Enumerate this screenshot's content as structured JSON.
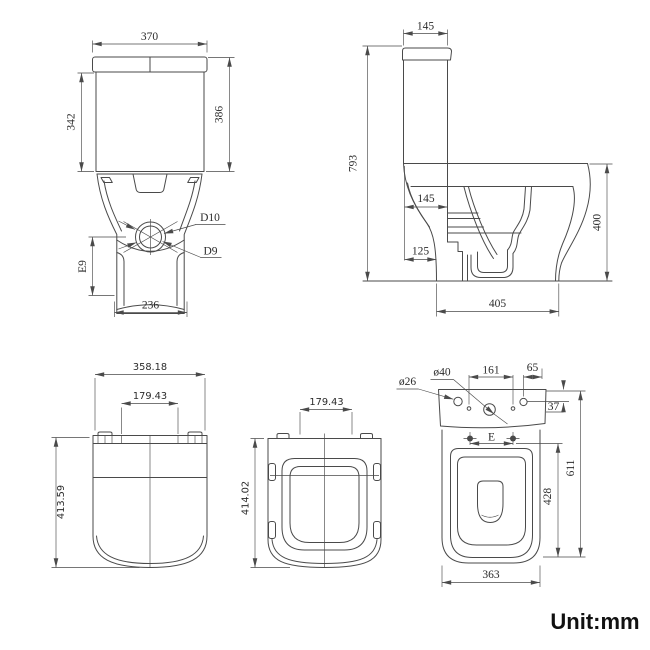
{
  "unit_label": "Unit:mm",
  "front_view": {
    "tank_width": "370",
    "tank_height": "342",
    "upper_height": "386",
    "outlet_outer": "D10",
    "outlet_inner": "D9",
    "outlet_offset": "E9",
    "base_width": "236"
  },
  "side_view": {
    "lid_depth": "145",
    "total_height": "793",
    "rim_inset": "145",
    "base_inset": "125",
    "bowl_height": "400",
    "base_depth": "405"
  },
  "lid_view": {
    "width": "358.18",
    "hinge_span": "179.43",
    "depth": "413.59"
  },
  "seat_view": {
    "hinge_span": "179.43",
    "depth": "414.02"
  },
  "top_view": {
    "inlet_hole": "ø26",
    "flush_hole": "ø40",
    "hole_spacing": "161",
    "side_hole_offset": "65",
    "rear_offset": "37",
    "hinge_spacing": "E",
    "seat_depth": "428",
    "total_depth": "611",
    "bowl_width": "363"
  }
}
